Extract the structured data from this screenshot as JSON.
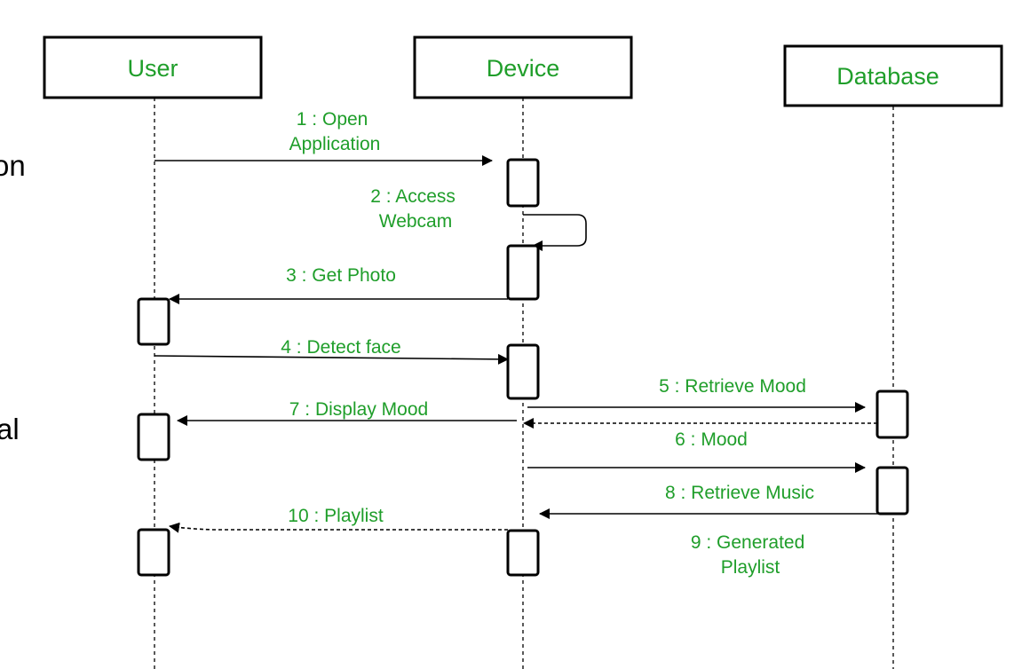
{
  "colors": {
    "label": "#1f9e2a",
    "line": "#000000",
    "background": "#ffffff"
  },
  "left_edge_fragments": [
    "on",
    "al"
  ],
  "lifelines": [
    {
      "id": "user",
      "title": "User"
    },
    {
      "id": "device",
      "title": "Device"
    },
    {
      "id": "database",
      "title": "Database"
    }
  ],
  "messages": [
    {
      "id": 1,
      "from": "User",
      "to": "Device",
      "label_lines": [
        "1 : Open",
        "Application"
      ],
      "style": "solid"
    },
    {
      "id": 2,
      "from": "Device",
      "to": "Device",
      "label_lines": [
        "2 : Access",
        "Webcam"
      ],
      "style": "solid"
    },
    {
      "id": 3,
      "from": "Device",
      "to": "User",
      "label_lines": [
        "3 : Get Photo"
      ],
      "style": "solid"
    },
    {
      "id": 4,
      "from": "User",
      "to": "Device",
      "label_lines": [
        "4 : Detect face"
      ],
      "style": "solid"
    },
    {
      "id": 5,
      "from": "Device",
      "to": "Database",
      "label_lines": [
        "5 : Retrieve Mood"
      ],
      "style": "solid"
    },
    {
      "id": 6,
      "from": "Database",
      "to": "Device",
      "label_lines": [
        "6 : Mood"
      ],
      "style": "dashed"
    },
    {
      "id": 7,
      "from": "Device",
      "to": "User",
      "label_lines": [
        "7 : Display Mood"
      ],
      "style": "solid"
    },
    {
      "id": 8,
      "from": "Device",
      "to": "Database",
      "label_lines": [
        "8 : Retrieve Music"
      ],
      "style": "solid"
    },
    {
      "id": 9,
      "from": "Database",
      "to": "Device",
      "label_lines": [
        "9 : Generated",
        "Playlist"
      ],
      "style": "solid"
    },
    {
      "id": 10,
      "from": "Device",
      "to": "User",
      "label_lines": [
        "10 : Playlist"
      ],
      "style": "dashed"
    }
  ]
}
